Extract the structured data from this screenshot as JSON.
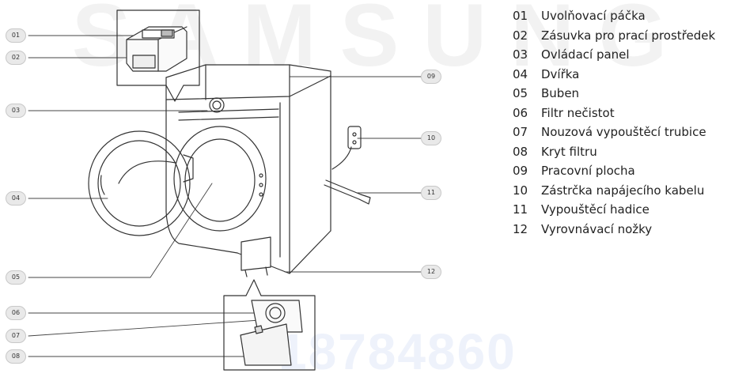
{
  "watermark": {
    "brand": "SAMSUNG",
    "code": "18784860"
  },
  "callouts": [
    "01",
    "02",
    "03",
    "04",
    "05",
    "06",
    "07",
    "08",
    "09",
    "10",
    "11",
    "12"
  ],
  "legend": [
    {
      "num": "01",
      "label": "Uvolňovací páčka"
    },
    {
      "num": "02",
      "label": "Zásuvka pro prací prostředek"
    },
    {
      "num": "03",
      "label": "Ovládací panel"
    },
    {
      "num": "04",
      "label": "Dvířka"
    },
    {
      "num": "05",
      "label": "Buben"
    },
    {
      "num": "06",
      "label": "Filtr nečistot"
    },
    {
      "num": "07",
      "label": "Nouzová vypouštěcí trubice"
    },
    {
      "num": "08",
      "label": "Kryt filtru"
    },
    {
      "num": "09",
      "label": "Pracovní plocha"
    },
    {
      "num": "10",
      "label": "Zástrčka napájecího kabelu"
    },
    {
      "num": "11",
      "label": "Vypouštěcí hadice"
    },
    {
      "num": "12",
      "label": "Vyrovnávací nožky"
    }
  ],
  "colors": {
    "stroke": "#333333",
    "callout_fill": "#e9e9e9",
    "watermark": "#f2f2f2"
  }
}
